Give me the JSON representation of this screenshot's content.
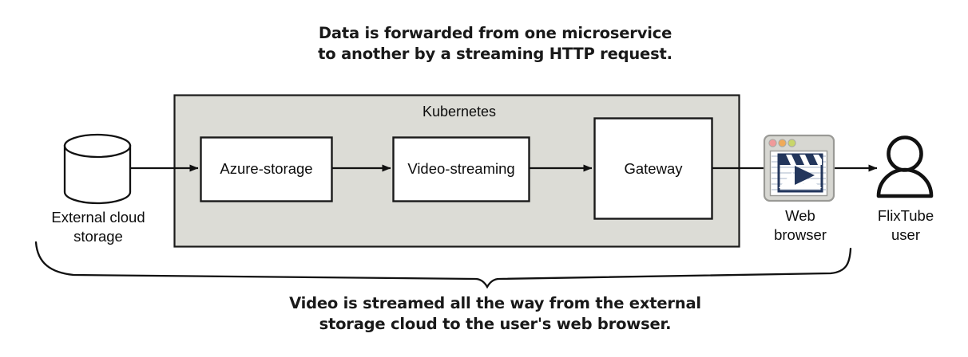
{
  "figure": {
    "caption_top": "Data is forwarded from one microservice\nto another by a streaming HTTP request.",
    "caption_bottom": "Video is streamed all the way from the external\nstorage cloud to the user's web browser."
  },
  "cluster": {
    "label": "Kubernetes",
    "fill_color": "#dcdcd6",
    "border_color": "#1a1a1a",
    "services": [
      {
        "id": "azure-storage",
        "label": "Azure-storage"
      },
      {
        "id": "video-streaming",
        "label": "Video-streaming"
      },
      {
        "id": "gateway",
        "label": "Gateway"
      }
    ]
  },
  "nodes": {
    "external_storage": {
      "label": "External cloud\nstorage",
      "icon": "database-cylinder-icon"
    },
    "web_browser": {
      "label": "Web\nbrowser",
      "icon": "web-browser-video-icon"
    },
    "flixtube_user": {
      "label": "FlixTube\nuser",
      "icon": "user-person-icon"
    }
  },
  "icon_colors": {
    "browser_frame": "#d7d7d2",
    "browser_frame_border": "#9a9a96",
    "browser_page": "#ffffff",
    "video_navy": "#23365c",
    "dot_red": "#f09a9a",
    "dot_orange": "#f0aa5a",
    "dot_green": "#c8d66a",
    "stroke": "#111111"
  }
}
